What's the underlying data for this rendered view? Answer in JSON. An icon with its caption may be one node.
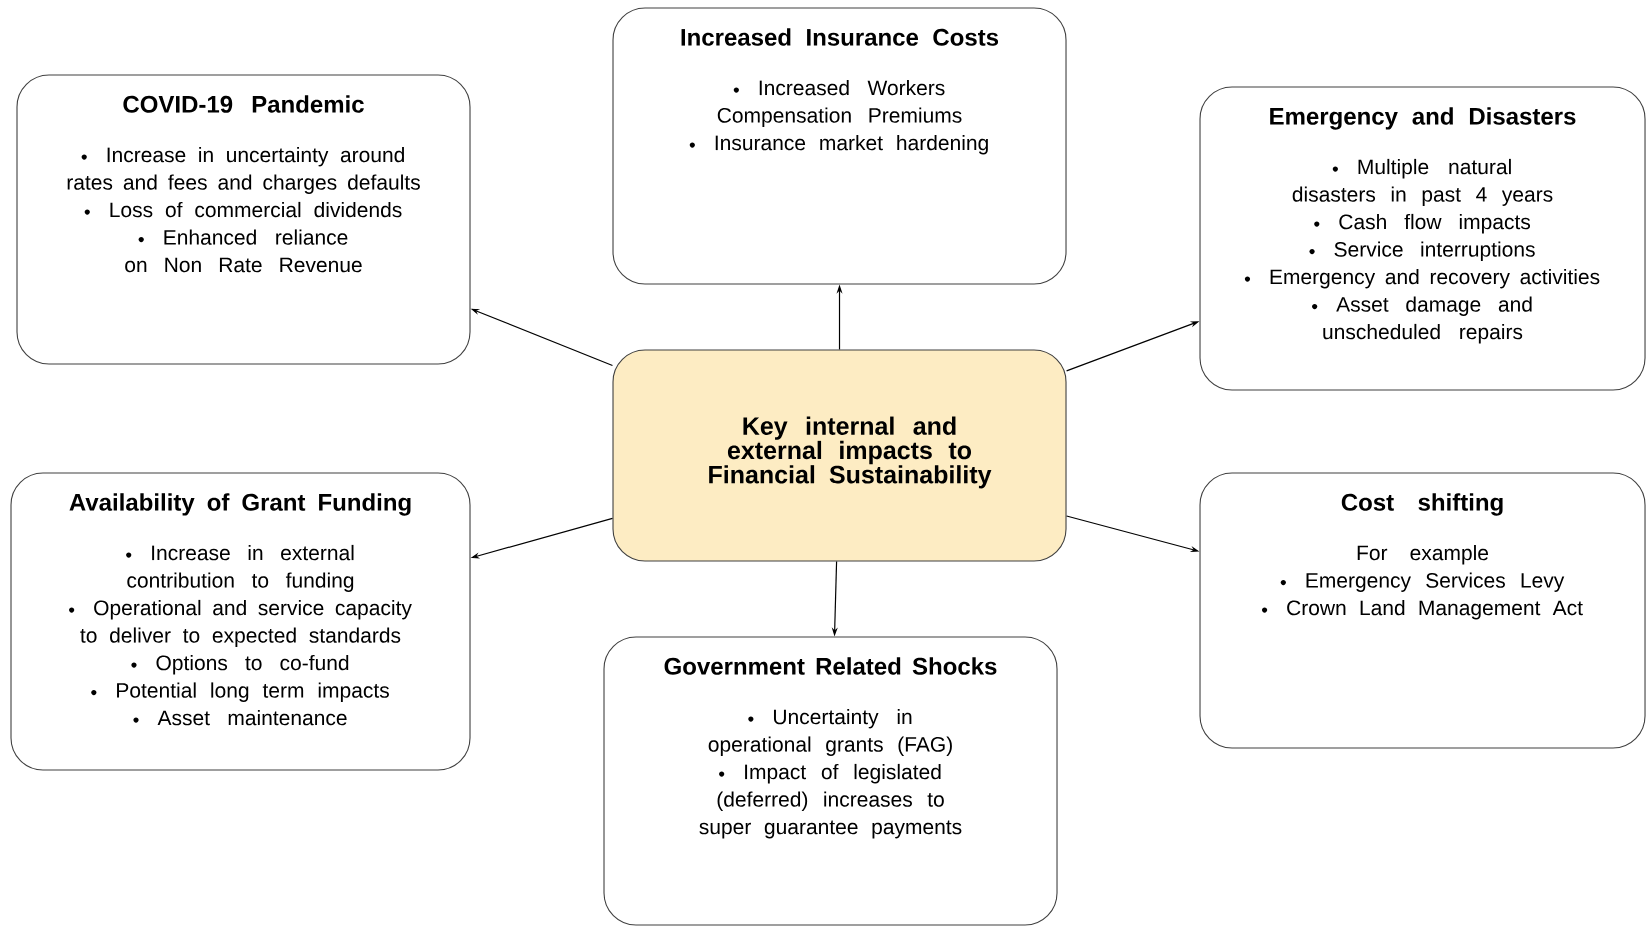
{
  "diagram": {
    "nodes": [
      {
        "text": [
          "Increased Insurance Costs",
          "Increased Workers Compensation Premiums",
          "Insurance market hardening"
        ]
      },
      {
        "text": [
          "COVID-19 Pandemic",
          "Increase in uncertainty around rates and fees and charges defaults",
          "Loss of commercial dividends",
          "Enhanced reliance on Non Rate Revenue"
        ]
      },
      {
        "text": [
          "Emergency and Disasters",
          "Multiple natural disasters in past 4 years",
          "Cash flow impacts",
          "Service interruptions",
          "Emergency and recovery activities",
          "Asset damage and unscheduled repairs"
        ]
      },
      {
        "text": [
          "Key internal and external impacts to Financial Sustainability"
        ]
      },
      {
        "text": [
          "Availability of Grant Funding",
          "Increase in external contribution to funding",
          "Operational and service capacity to deliver to expected standards",
          "Options to co-fund",
          "Potential long term impacts",
          "Asset maintenance"
        ]
      },
      {
        "text": [
          "Cost shifting",
          "For example",
          "Emergency Services Levy",
          "Crown Land Management Act"
        ]
      },
      {
        "text": [
          "Government Related Shocks",
          "Uncertainty in operational grants (FAG)",
          "Impact of legislated (deferred) increases to super guarantee payments"
        ]
      }
    ],
    "edges": [
      {
        "from": 3,
        "to": 0,
        "arrow": "to"
      },
      {
        "from": 3,
        "to": 1,
        "arrow": "to"
      },
      {
        "from": 3,
        "to": 2,
        "arrow": "to"
      },
      {
        "from": 3,
        "to": 4,
        "arrow": "to"
      },
      {
        "from": 3,
        "to": 5,
        "arrow": "to"
      },
      {
        "from": 3,
        "to": 6,
        "arrow": "to"
      }
    ]
  }
}
